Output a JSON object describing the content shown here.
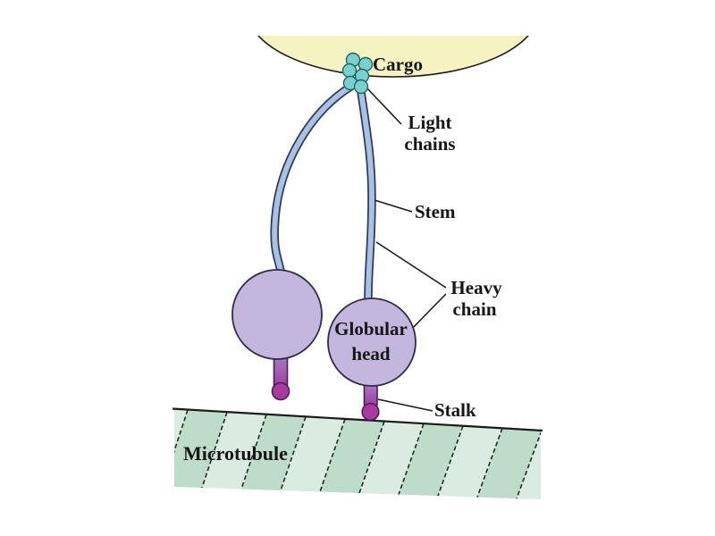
{
  "figure": {
    "type": "biology-diagram",
    "subject": "Dynein motor protein carrying cargo along a microtubule"
  },
  "labels": {
    "cargo": "Cargo",
    "light_chains_line1": "Light",
    "light_chains_line2": "chains",
    "stem": "Stem",
    "heavy_chain_line1": "Heavy",
    "heavy_chain_line2": "chain",
    "globular_head_line1": "Globular",
    "globular_head_line2": "head",
    "stalk": "Stalk",
    "microtubule": "Microtubule"
  },
  "colors": {
    "background": "#ffffff",
    "cargo_fill": "#f6f3c2",
    "outline": "#1a1a1a",
    "light_chain_fill": "#79d1ce",
    "light_chain_stroke": "#23646c",
    "stem_fill": "#abc1e1",
    "stem_stroke": "#2b3a62",
    "head_fill": "#c4b7dd",
    "head_stroke": "#322a4e",
    "stalk_top": "#a87fc4",
    "stalk_bottom": "#9c3da2",
    "stalk_stroke": "#4c1d57",
    "ball_fill": "#a83aa0",
    "microtubule_light": "#daece1",
    "microtubule_dark": "#bddcca",
    "microtubule_line": "#1d2c23",
    "pointer": "#1a1a1a",
    "text": "#151515"
  }
}
